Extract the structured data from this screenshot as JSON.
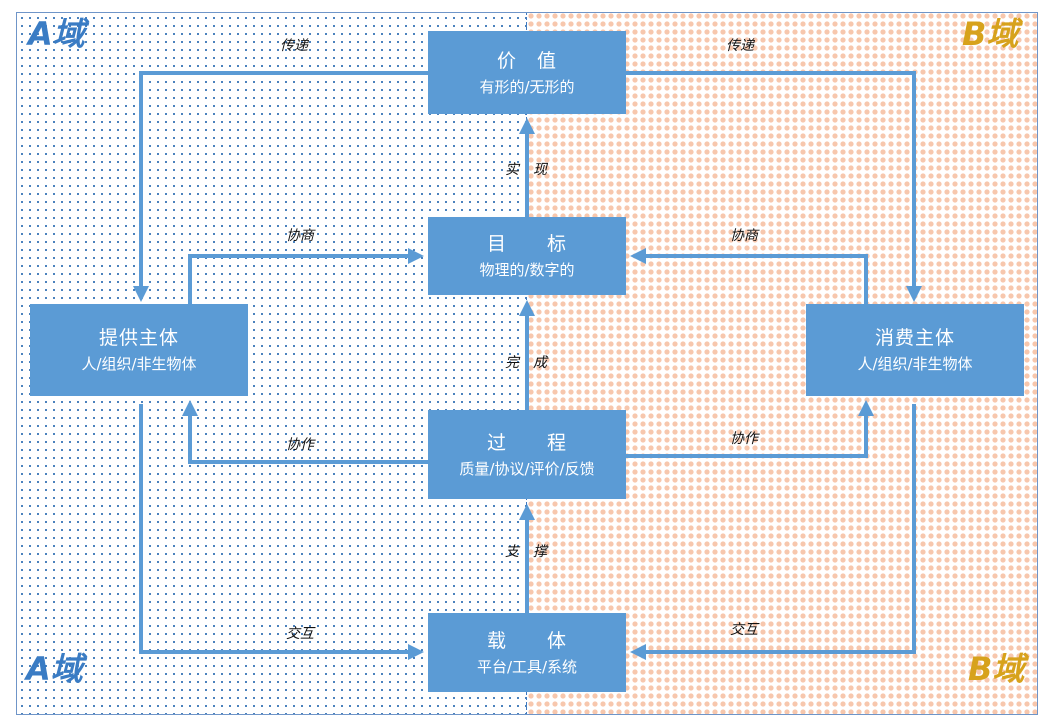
{
  "domains": {
    "a_label": "A域",
    "b_label": "B域"
  },
  "nodes": {
    "value": {
      "title": "价　值",
      "sub": "有形的/无形的"
    },
    "target": {
      "title": "目　　标",
      "sub": "物理的/数字的"
    },
    "provider": {
      "title": "提供主体",
      "sub": "人/组织/非生物体"
    },
    "consumer": {
      "title": "消费主体",
      "sub": "人/组织/非生物体"
    },
    "process": {
      "title": "过　　程",
      "sub": "质量/协议/评价/反馈"
    },
    "carrier": {
      "title": "载　　体",
      "sub": "平台/工具/系统"
    }
  },
  "edge_labels": {
    "transfer_a": "传递",
    "transfer_b": "传递",
    "realize": "实　现",
    "negotiate_a": "协商",
    "negotiate_b": "协商",
    "complete": "完　成",
    "collaborate_a": "协作",
    "collaborate_b": "协作",
    "support": "支　撑",
    "interact_a": "交互",
    "interact_b": "交互"
  },
  "colors": {
    "node_fill": "#5b9bd5",
    "arrow": "#5b9bd5",
    "domain_a_label": "#3a7cc4",
    "domain_b_label": "#d7a21c"
  }
}
